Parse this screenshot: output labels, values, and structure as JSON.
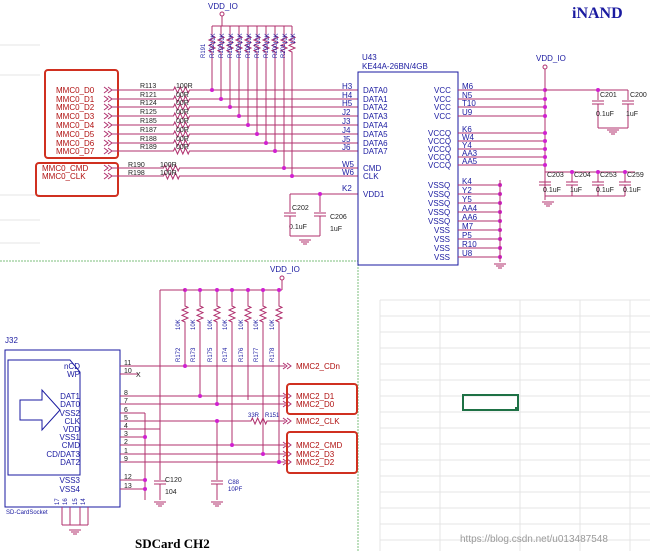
{
  "top": {
    "brand": "iNAND",
    "vdd_io_label": "VDD_IO",
    "chip_ref": "U43",
    "chip_part": "KE44A-26BN/4GB",
    "left_signals": [
      "MMC0_D0",
      "MMC0_D1",
      "MMC0_D2",
      "MMC0_D3",
      "MMC0_D4",
      "MMC0_D5",
      "MMC0_D6",
      "MMC0_D7"
    ],
    "ctrl_signals": [
      "MMC0_CMD",
      "MMC0_CLK"
    ],
    "series_res": [
      "R113",
      "R121",
      "R124",
      "R125",
      "R185",
      "R187",
      "R188",
      "R189"
    ],
    "series_val": [
      "100R",
      "00R",
      "00R",
      "00R",
      "00R",
      "00R",
      "00R",
      "00R"
    ],
    "ctrl_res": [
      "R190",
      "R198"
    ],
    "ctrl_val": [
      "100R",
      "100R"
    ],
    "pin_nums": [
      "H3",
      "H4",
      "H5",
      "J2",
      "J3",
      "J4",
      "J5",
      "J6"
    ],
    "ctrl_pins": [
      "W5",
      "W6"
    ],
    "data_names": [
      "DATA0",
      "DATA1",
      "DATA2",
      "DATA3",
      "DATA4",
      "DATA5",
      "DATA6",
      "DATA7"
    ],
    "cmd_name": "CMD",
    "clk_name": "CLK",
    "vdd1_pin": "K2",
    "vdd1_name": "VDD1",
    "pullups": [
      "R191",
      "R192",
      "R193",
      "R194",
      "R195",
      "R196",
      "R197",
      "R199",
      "R200",
      "R201"
    ],
    "pullup_value": "10K",
    "vcc_pins": [
      "M6",
      "N5",
      "T10",
      "U9"
    ],
    "vcc_name": "VCC",
    "vccq_pins": [
      "K6",
      "W4",
      "Y4",
      "AA3",
      "AA5"
    ],
    "vccq_name": "VCCQ",
    "vss_pins": [
      "K4",
      "Y2",
      "Y5",
      "AA4",
      "AA6",
      "M7",
      "P5",
      "R10",
      "U8"
    ],
    "vss_names": [
      "VSSQ",
      "VSSQ",
      "VSSQ",
      "VSSQ",
      "VSSQ",
      "VSS",
      "VSS",
      "VSS",
      "VSS"
    ],
    "caps_top": [
      {
        "ref": "C201",
        "val": "0.1uF"
      },
      {
        "ref": "C200",
        "val": "1uF"
      }
    ],
    "caps_mid": [
      {
        "ref": "C203",
        "val": "0.1uF"
      },
      {
        "ref": "C204",
        "val": "1uF"
      },
      {
        "ref": "C253",
        "val": "0.1uF"
      },
      {
        "ref": "C259",
        "val": "0.1uF"
      }
    ],
    "caps_vdd1": [
      {
        "ref": "C202",
        "val": "0.1uF"
      },
      {
        "ref": "C206",
        "val": "1uF"
      }
    ]
  },
  "bottom": {
    "vdd_io_label": "VDD_IO",
    "socket_ref": "J32",
    "socket_name": "SD-CardSocket",
    "pins_left": [
      "nCD",
      "WP",
      "DAT1",
      "DAT0",
      "VSS2",
      "CLK",
      "VDD",
      "VSS1",
      "CMD",
      "CD/DAT3",
      "DAT2",
      "VSS3",
      "VSS4"
    ],
    "pin_nums": [
      "11",
      "10",
      "8",
      "7",
      "6",
      "5",
      "4",
      "3",
      "2",
      "1",
      "9",
      "12",
      "13"
    ],
    "bottom_pins": [
      "17",
      "16",
      "15",
      "14"
    ],
    "pullups": [
      "R172",
      "R173",
      "R175",
      "R174",
      "R176",
      "R177",
      "R178"
    ],
    "pullup_value": "10K",
    "signals": {
      "cdn": "MMC2_CDn",
      "box": [
        "MMC2_D1",
        "MMC2_D0"
      ],
      "clk": "MMC2_CLK",
      "box2": [
        "MMC2_CMD",
        "MMC2_D3",
        "MMC2_D2"
      ]
    },
    "clk_res": "33R",
    "clk_res_ref": "R151",
    "cap_c120": {
      "ref": "C120",
      "val": "104"
    },
    "cap_c88": {
      "ref": "C88",
      "val": "10PF"
    },
    "title": "SDCard CH2"
  },
  "watermark": "https://blog.csdn.net/u013487548",
  "colors": {
    "wire": "#b0306e",
    "box": "#d03020",
    "dot": "#d020d0",
    "label": "#1a1aa0",
    "excel_select": "#1e7145"
  }
}
